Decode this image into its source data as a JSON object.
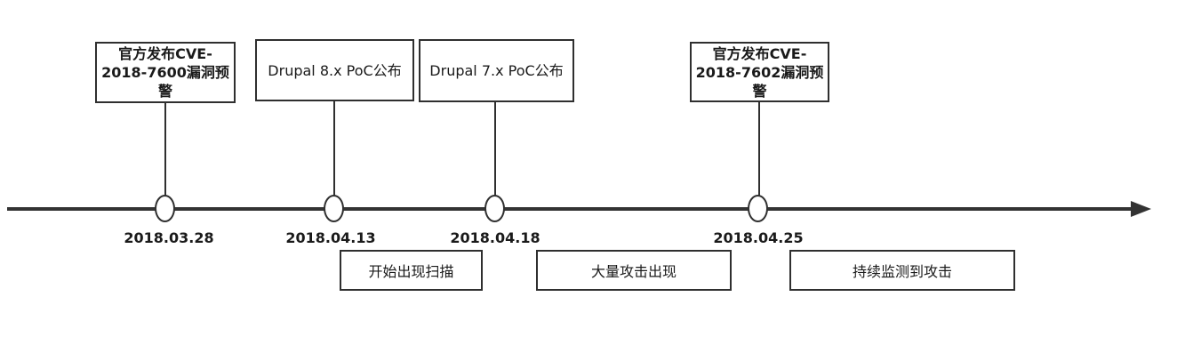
{
  "timeline": {
    "top_events": [
      {
        "label": "官方发布CVE-2018-7600漏洞预警",
        "date": "2018.03.28"
      },
      {
        "label": "Drupal 8.x PoC公布",
        "date": "2018.04.13"
      },
      {
        "label": "Drupal 7.x PoC公布",
        "date": "2018.04.18"
      },
      {
        "label": "官方发布CVE-2018-7602漏洞预警",
        "date": "2018.04.25"
      }
    ],
    "bottom_events": [
      {
        "label": "开始出现扫描"
      },
      {
        "label": "大量攻击出现"
      },
      {
        "label": "持续监测到攻击"
      }
    ],
    "colors": {
      "line": "#333333",
      "box_border": "#2f2f2f",
      "text": "#1a1a1a",
      "node_fill": "#ffffff",
      "background": "#ffffff"
    }
  }
}
